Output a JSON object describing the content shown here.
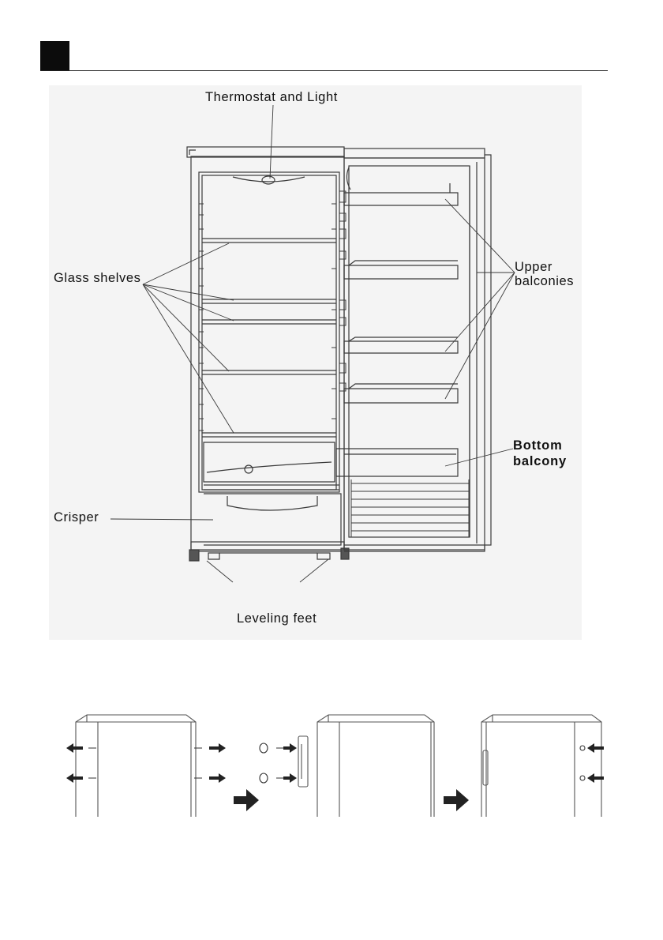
{
  "labels": {
    "thermostat_light": "Thermostat and Light",
    "glass_shelves": "Glass shelves",
    "upper_balconies_line1": "Upper",
    "upper_balconies_line2": "balconies",
    "bottom_balcony_line1": "Bottom",
    "bottom_balcony_line2": "balcony",
    "crisper": "Crisper",
    "leveling_feet": "Leveling feet"
  },
  "colors": {
    "line": "#3a3a3a",
    "figure_background": "#f4f4f4",
    "header_block": "#0c0c0c"
  }
}
